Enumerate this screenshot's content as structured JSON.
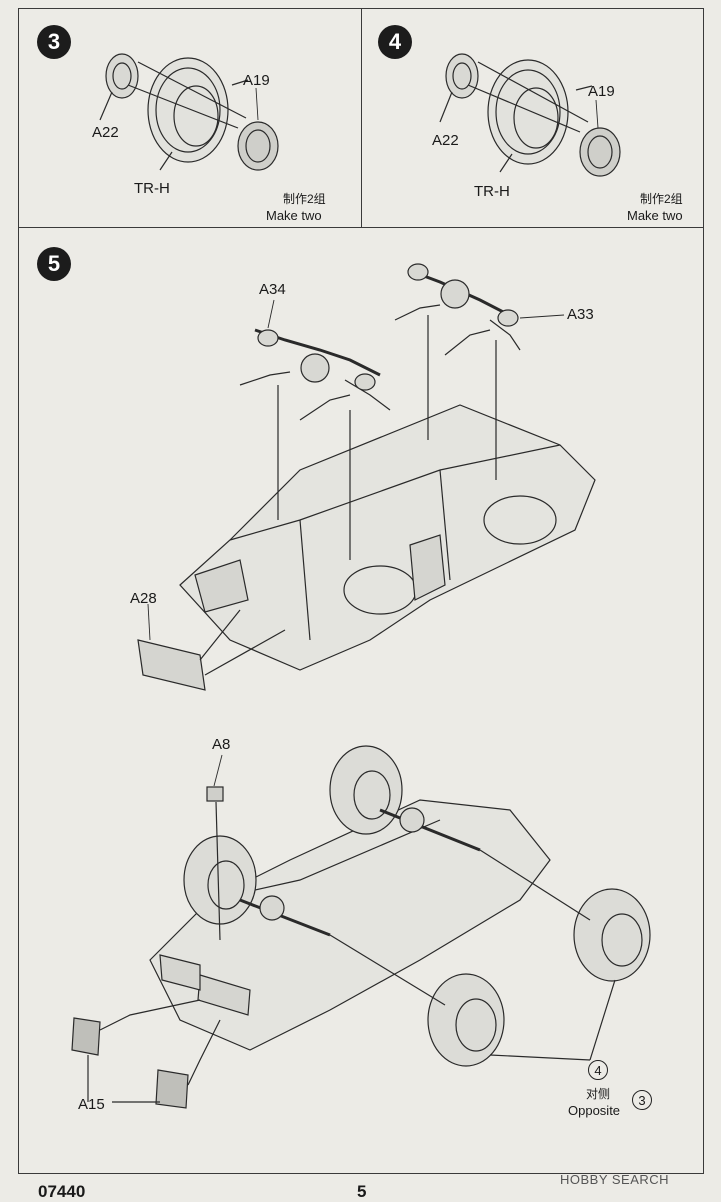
{
  "steps": {
    "step3": {
      "number": "3",
      "parts": {
        "rim_inner": "A22",
        "tire": "TR-H",
        "hub": "A19"
      },
      "note_cn": "制作2组",
      "note_en": "Make two"
    },
    "step4": {
      "number": "4",
      "parts": {
        "rim_inner": "A22",
        "tire": "TR-H",
        "hub": "A19"
      },
      "note_cn": "制作2组",
      "note_en": "Make two"
    },
    "step5": {
      "number": "5",
      "parts": {
        "front_axle": "A34",
        "rear_axle": "A33",
        "grille": "A28",
        "light": "A8",
        "mudflaps": "A15"
      },
      "ref_step": "4",
      "ref_note_cn": "对侧",
      "ref_note_en": "Opposite",
      "ref_step_opposite": "3"
    }
  },
  "footer": {
    "product_code": "07440",
    "page_number": "5",
    "watermark": "HOBBY SEARCH"
  }
}
